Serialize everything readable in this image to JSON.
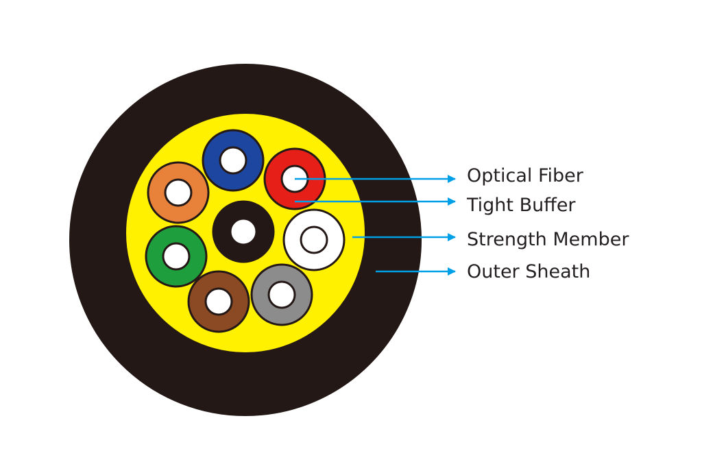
{
  "colors": {
    "sheath": "#231815",
    "strength_member": "#fff100",
    "arrow": "#00a0e9",
    "outline": "#231815",
    "core_white": "#ffffff"
  },
  "fibers": [
    {
      "name": "blue-fiber",
      "color": "#1d46a0"
    },
    {
      "name": "red-fiber",
      "color": "#e61f19"
    },
    {
      "name": "orange-fiber",
      "color": "#e8823a"
    },
    {
      "name": "center-black-fiber",
      "color": "#231815"
    },
    {
      "name": "white-fiber",
      "color": "#ffffff"
    },
    {
      "name": "green-fiber",
      "color": "#1e9e3c"
    },
    {
      "name": "brown-fiber",
      "color": "#8b4a24"
    },
    {
      "name": "gray-fiber",
      "color": "#8c8c8c"
    }
  ],
  "labels": {
    "optical_fiber": "Optical Fiber",
    "tight_buffer": "Tight Buffer",
    "strength_member": "Strength Member",
    "outer_sheath": "Outer Sheath"
  }
}
